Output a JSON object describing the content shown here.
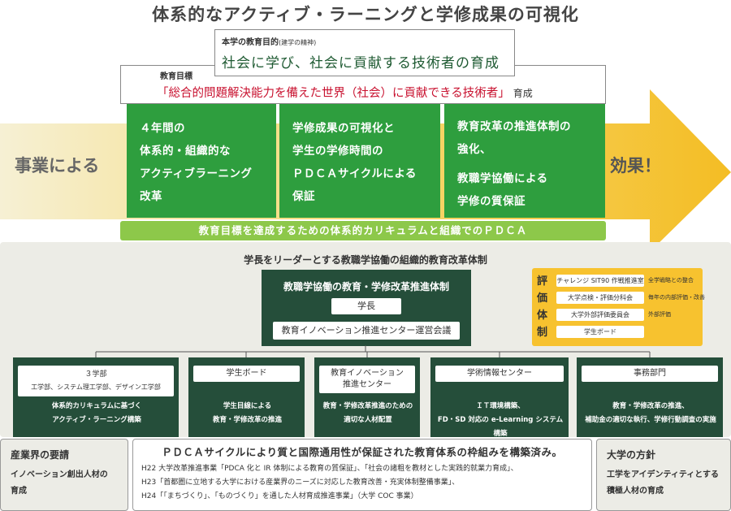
{
  "title": "体系的なアクティブ・ラーニングと学修成果の可視化",
  "mission": {
    "label": "本学の教育目的",
    "label_note": "(建学の精神)",
    "text": "社会に学び、社会に貢献する技術者の育成"
  },
  "goal": {
    "label": "教育目標",
    "text": "「総合的問題解決能力を備えた世界（社会）に貢献できる技術者」",
    "suffix": "育成"
  },
  "arrow": {
    "left_text": "事業による",
    "right_text": "効果！"
  },
  "cards": [
    {
      "lines": [
        "４年間の",
        "体系的・組織的な",
        "アクティブラーニング",
        "改革"
      ]
    },
    {
      "lines": [
        "学修成果の可視化と",
        "学生の学修時間の",
        "ＰＤＣＡサイクルによる",
        "保証"
      ]
    },
    {
      "lines": [
        "教育改革の推進体制の",
        "強化、",
        "",
        "教職学協働による",
        "学修の質保証"
      ]
    }
  ],
  "pdca_bar": "教育目標を達成するための体系的カリキュラムと組織でのＰＤＣＡ",
  "panel_title": "学長をリーダーとする教職学協働の組織的教育改革体制",
  "center_box": {
    "title": "教職学協働の教育・学修改革推進体制",
    "president": "学長",
    "council": "教育イノベーション推進センター運営会議"
  },
  "evaluation": {
    "label": "評価体制",
    "items": [
      {
        "name": "チャレンジ SIT90 作戦推進室",
        "note": "全学戦略との整合"
      },
      {
        "name": "大学点検・評価分科会",
        "note": "毎年の内部評価・改善"
      },
      {
        "name": "大学外部評価委員会",
        "note": "外部評価"
      },
      {
        "name": "学生ボード",
        "note": ""
      }
    ]
  },
  "units": [
    {
      "name": "３学部",
      "sub": "工学部、システム理工学部、デザイン工学部",
      "desc": [
        "体系的カリキュラムに基づく",
        "アクティブ・ラーニング構築"
      ]
    },
    {
      "name": "学生ボード",
      "sub": "",
      "desc": [
        "学生目線による",
        "教育・学修改革の推進"
      ]
    },
    {
      "name": "教育イノベーション",
      "sub": "推進センター",
      "desc": [
        "教育・学修改革推進のための",
        "適切な人材配置"
      ]
    },
    {
      "name": "学術情報センター",
      "sub": "",
      "desc": [
        "ＩＴ環境構築、",
        "FD・SD 対応の e-Learning システム構築"
      ]
    },
    {
      "name": "事務部門",
      "sub": "",
      "desc": [
        "教育・学修改革の推進、",
        "補助金の適切な執行、学修行動調査の実施"
      ]
    }
  ],
  "industry": {
    "title": "産業界の要請",
    "lines": [
      "イノベーション創出人材の",
      "育成"
    ]
  },
  "center_bottom": {
    "title": "ＰＤＣＡサイクルにより質と国際通用性が保証された教育体系の枠組みを構築済み。",
    "lines": [
      "H22 大学改革推進事業「PDCA 化と IR 体制による教育の質保証」、「社会の諸粗を教材とした実践的就業力育成」、",
      "H23「首都圏に立地する大学における産業界のニーズに対応した教育改善・充実体制整備事業」、",
      "H24「「まちづくり」、「ものづくり」を通した人材育成推進事業」（大学 COC 事業）"
    ]
  },
  "policy": {
    "title": "大学の方針",
    "lines": [
      "工学をアイデンティティとする",
      "積極人材の育成"
    ]
  }
}
